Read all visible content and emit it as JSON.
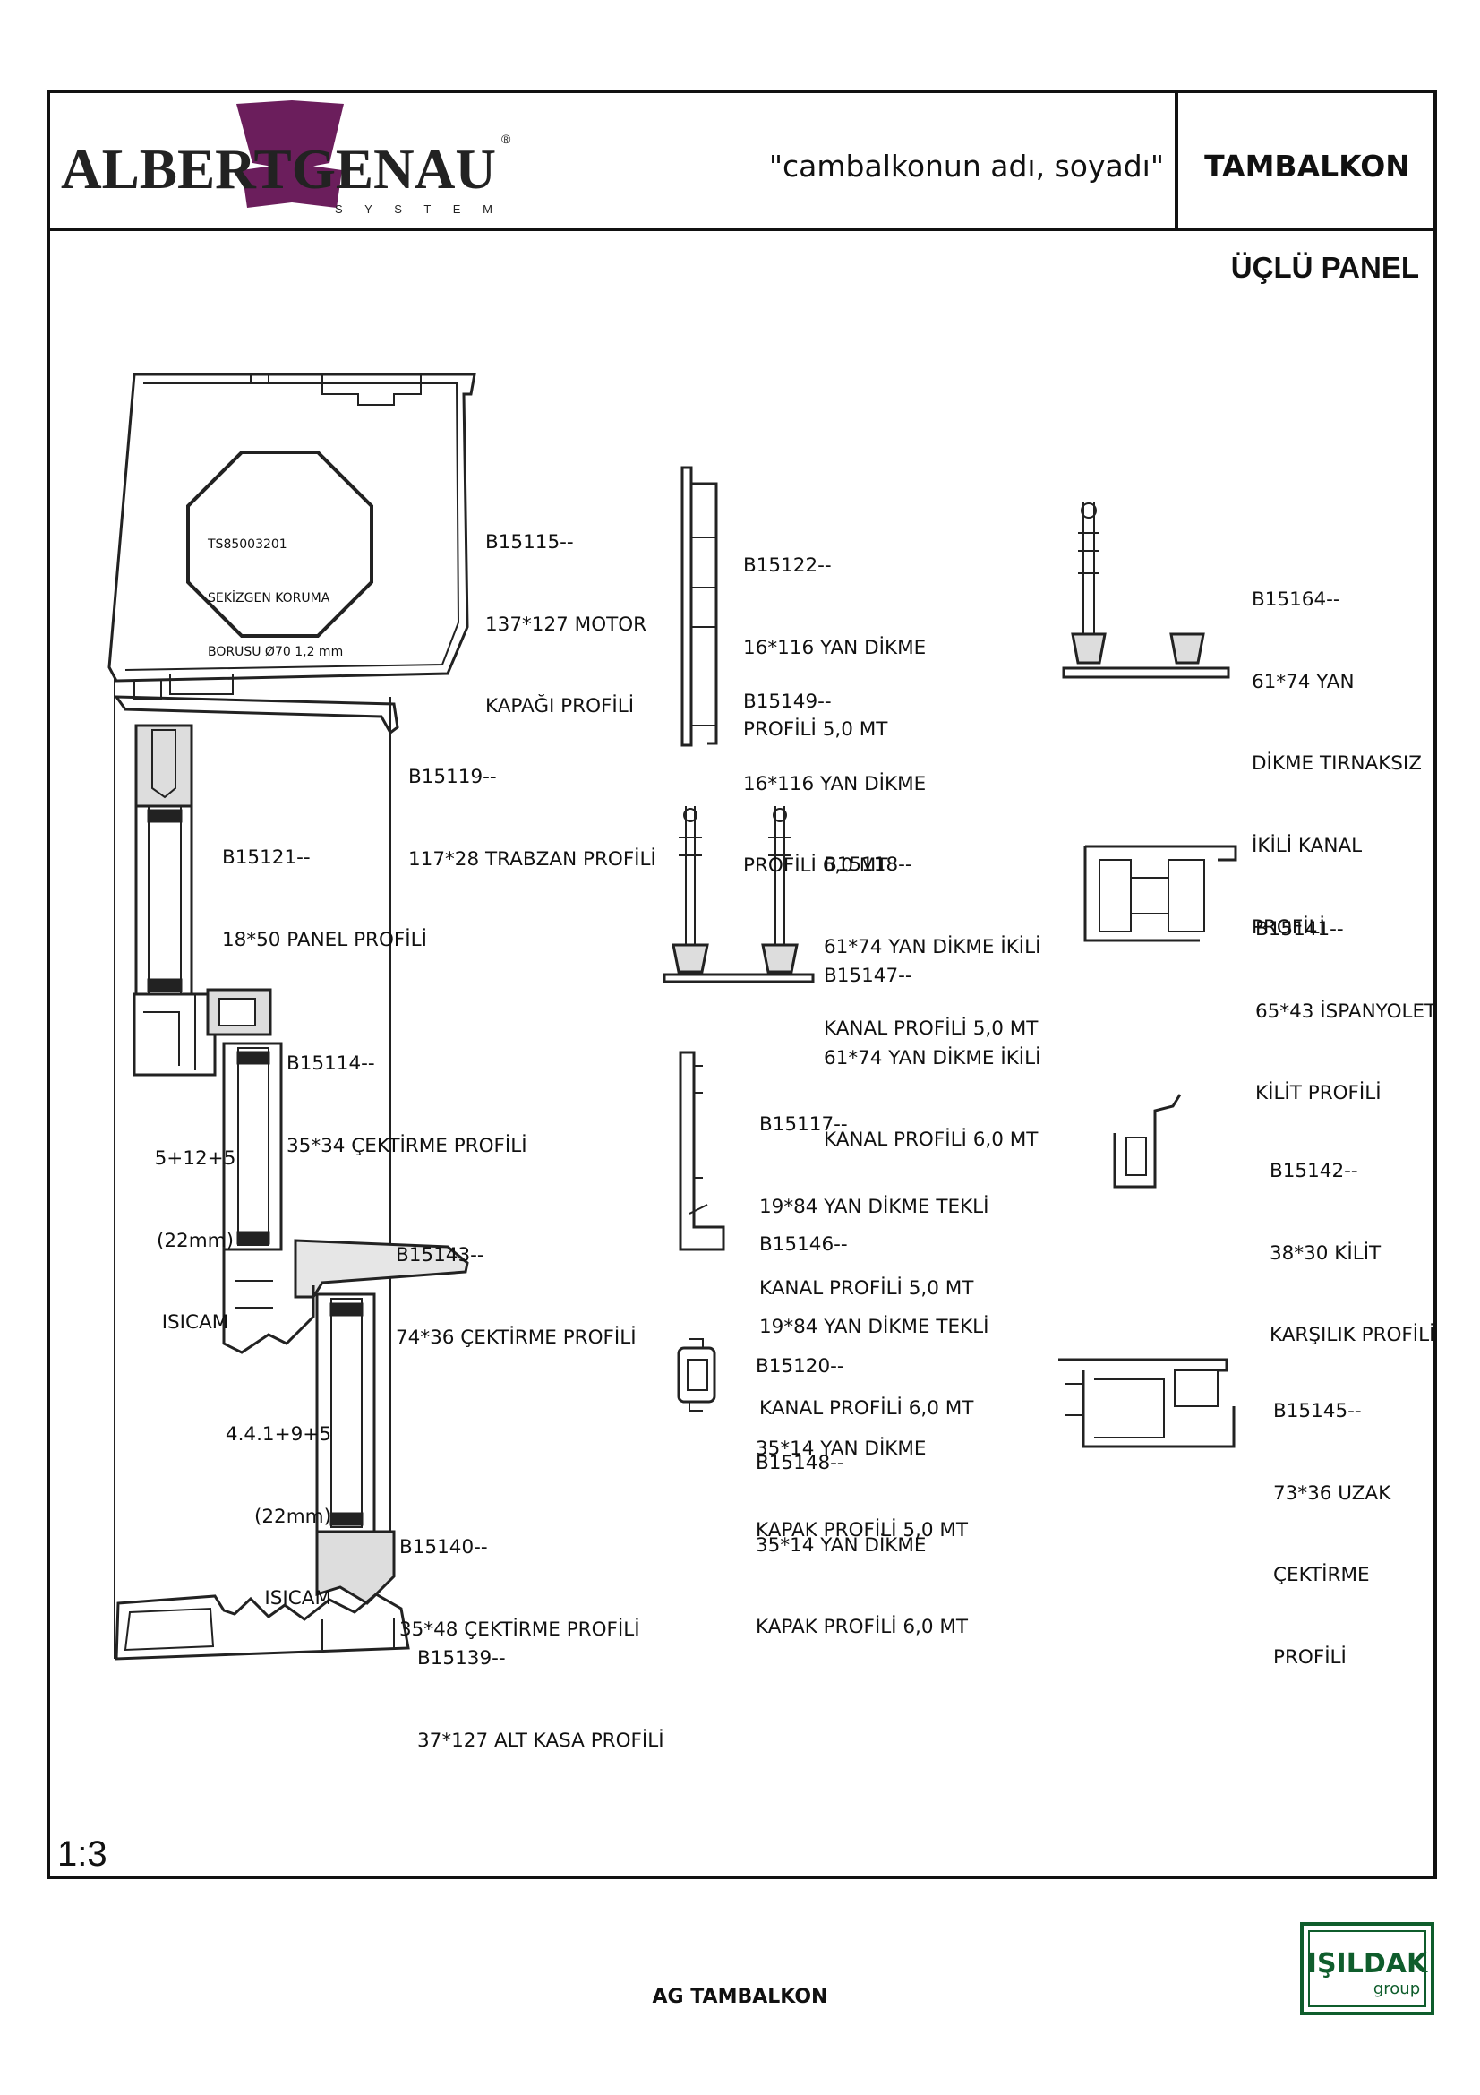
{
  "header": {
    "brand_primary": "ALBERTGENAU",
    "brand_secondary": "S Y S T E M",
    "registered_mark": "®",
    "brand_colors": {
      "text": "#222222",
      "cap": "#6b1e5c"
    },
    "customer_name": "\"cambalkonun adı, soyadı\"",
    "product": "TAMBALKON"
  },
  "sheet_title": "ÜÇLÜ PANEL",
  "scale": "1:3",
  "footer": {
    "title": "AG TAMBALKON",
    "partner_logo_text": "IŞILDAK",
    "partner_logo_sub": "group",
    "partner_color": "#0f5d2c"
  },
  "motor_box_note": {
    "line1": "TS85003201",
    "line2": "SEKİZGEN KORUMA",
    "line3": "BORUSU Ø70 1,2 mm"
  },
  "glass_labels": [
    {
      "line1": "5+12+5",
      "line2": "(22mm)",
      "line3": "ISICAM"
    },
    {
      "line1": "4.4.1+9+5",
      "line2": "(22mm)",
      "line3": "ISICAM"
    }
  ],
  "profiles": [
    {
      "lines": [
        "B15115--",
        "137*127 MOTOR",
        "KAPAĞI PROFİLİ"
      ]
    },
    {
      "lines": [
        "B15119--",
        "117*28 TRABZAN PROFİLİ"
      ]
    },
    {
      "lines": [
        "B15121--",
        "18*50 PANEL PROFİLİ"
      ]
    },
    {
      "lines": [
        "B15114--",
        "35*34 ÇEKTİRME PROFİLİ"
      ]
    },
    {
      "lines": [
        "B15143--",
        "74*36 ÇEKTİRME PROFİLİ"
      ]
    },
    {
      "lines": [
        "B15140--",
        "35*48 ÇEKTİRME PROFİLİ"
      ]
    },
    {
      "lines": [
        "B15139--",
        "37*127 ALT KASA PROFİLİ"
      ]
    },
    {
      "lines": [
        "B15122--",
        "16*116 YAN DİKME",
        "PROFİLİ 5,0 MT"
      ]
    },
    {
      "lines": [
        "B15149--",
        "16*116 YAN DİKME",
        "PROFİLİ 6,0 MT"
      ]
    },
    {
      "lines": [
        "B15118--",
        "61*74 YAN DİKME İKİLİ",
        "KANAL PROFİLİ 5,0 MT"
      ]
    },
    {
      "lines": [
        "B15147--",
        "61*74 YAN DİKME İKİLİ",
        "KANAL PROFİLİ 6,0 MT"
      ]
    },
    {
      "lines": [
        "B15117--",
        "19*84 YAN DİKME TEKLİ",
        "KANAL PROFİLİ 5,0 MT"
      ]
    },
    {
      "lines": [
        "B15146--",
        "19*84 YAN DİKME TEKLİ",
        "KANAL PROFİLİ 6,0 MT"
      ]
    },
    {
      "lines": [
        "B15120--",
        "35*14 YAN DİKME",
        "KAPAK PROFİLİ 5,0 MT"
      ]
    },
    {
      "lines": [
        "B15148--",
        "35*14 YAN DİKME",
        "KAPAK PROFİLİ 6,0 MT"
      ]
    },
    {
      "lines": [
        "B15164--",
        "61*74 YAN",
        "DİKME TIRNAKSIZ",
        "İKİLİ KANAL",
        "PROFİLİ"
      ]
    },
    {
      "lines": [
        "B15141--",
        "65*43 İSPANYOLET",
        "KİLİT PROFİLİ"
      ]
    },
    {
      "lines": [
        "B15142--",
        "38*30 KİLİT",
        "KARŞILIK PROFİLİ"
      ]
    },
    {
      "lines": [
        "B15145--",
        "73*36 UZAK",
        "ÇEKTİRME",
        "PROFİLİ"
      ]
    }
  ]
}
